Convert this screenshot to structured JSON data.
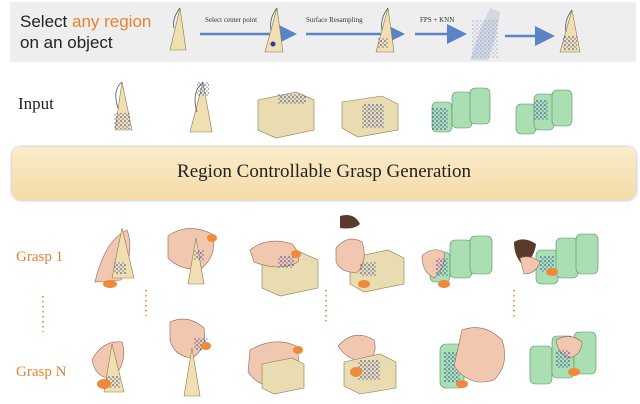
{
  "top": {
    "select_prefix": "Select ",
    "select_highlight": "any region",
    "select_line2": "on an object",
    "steps": [
      "Select center point",
      "Surface Resampling",
      "FPS + KNN"
    ]
  },
  "input_label": "Input",
  "banner_title": "Region Controllable Grasp Generation",
  "grasp_labels": [
    "Grasp 1",
    "Grasp N"
  ],
  "colors": {
    "accent": "#e8822e",
    "banner_fill": "#f8e3b8",
    "cone": "#f0dfb0",
    "box": "#e8dcb0",
    "bottle": "#a9dfb2",
    "points": "#2a3aa8",
    "hand": "#f2c7b0",
    "fingertip": "#f08a3a",
    "arrow": "#5b84c8"
  }
}
